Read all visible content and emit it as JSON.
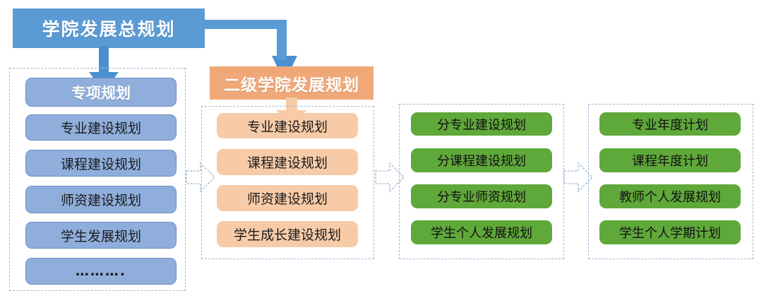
{
  "colors": {
    "title_blue": "#5B9BD5",
    "node_blue": "#8FAEDC",
    "header_orange": "#F0A878",
    "node_peach": "#F7CBA8",
    "node_green": "#5FA83A",
    "frame_dashed": "#9EB6D8"
  },
  "title": {
    "label": "学院发展总规划"
  },
  "columns": [
    {
      "id": "special-plans",
      "header": {
        "label": "专项规划"
      },
      "items": [
        {
          "label": "专业建设规划"
        },
        {
          "label": "课程建设规划"
        },
        {
          "label": "师资建设规划"
        },
        {
          "label": "学生发展规划"
        },
        {
          "label": "………."
        }
      ]
    },
    {
      "id": "secondary-college-plans",
      "header": {
        "label": "二级学院发展规划"
      },
      "items": [
        {
          "label": "专业建设规划"
        },
        {
          "label": "课程建设规划"
        },
        {
          "label": "师资建设规划"
        },
        {
          "label": "学生成长建设规划"
        }
      ]
    },
    {
      "id": "sub-plans",
      "items": [
        {
          "label": "分专业建设规划"
        },
        {
          "label": "分课程建设规划"
        },
        {
          "label": "分专业师资规划"
        },
        {
          "label": "学生个人发展规划"
        }
      ]
    },
    {
      "id": "annual-plans",
      "items": [
        {
          "label": "专业年度计划"
        },
        {
          "label": "课程年度计划"
        },
        {
          "label": "教师个人发展规划"
        },
        {
          "label": "学生个人学期计划"
        }
      ]
    }
  ]
}
